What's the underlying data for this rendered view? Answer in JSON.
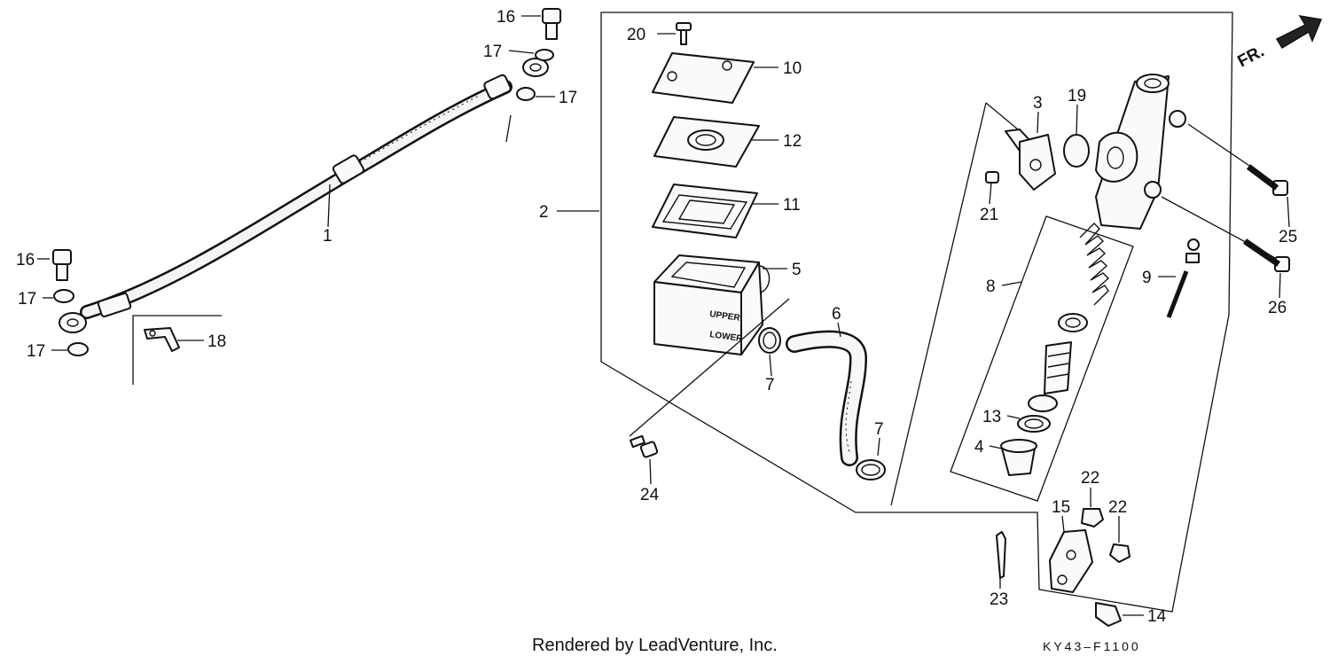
{
  "direction_label": "FR.",
  "stamps": {
    "upper": "UPPER",
    "lower": "LOWER"
  },
  "callouts": [
    {
      "id": "c16a",
      "text": "16"
    },
    {
      "id": "c17a",
      "text": "17"
    },
    {
      "id": "c17b",
      "text": "17"
    },
    {
      "id": "c20",
      "text": "20"
    },
    {
      "id": "c10",
      "text": "10"
    },
    {
      "id": "c12",
      "text": "12"
    },
    {
      "id": "c11",
      "text": "11"
    },
    {
      "id": "c2",
      "text": "2"
    },
    {
      "id": "c5",
      "text": "5"
    },
    {
      "id": "c1",
      "text": "1"
    },
    {
      "id": "c16b",
      "text": "16"
    },
    {
      "id": "c17c",
      "text": "17"
    },
    {
      "id": "c17d",
      "text": "17"
    },
    {
      "id": "c18",
      "text": "18"
    },
    {
      "id": "c6",
      "text": "6"
    },
    {
      "id": "c7a",
      "text": "7"
    },
    {
      "id": "c7b",
      "text": "7"
    },
    {
      "id": "c24",
      "text": "24"
    },
    {
      "id": "c3",
      "text": "3"
    },
    {
      "id": "c19",
      "text": "19"
    },
    {
      "id": "c21",
      "text": "21"
    },
    {
      "id": "c8",
      "text": "8"
    },
    {
      "id": "c13",
      "text": "13"
    },
    {
      "id": "c4",
      "text": "4"
    },
    {
      "id": "c25",
      "text": "25"
    },
    {
      "id": "c9",
      "text": "9"
    },
    {
      "id": "c26",
      "text": "26"
    },
    {
      "id": "c22a",
      "text": "22"
    },
    {
      "id": "c22b",
      "text": "22"
    },
    {
      "id": "c15",
      "text": "15"
    },
    {
      "id": "c23",
      "text": "23"
    },
    {
      "id": "c14",
      "text": "14"
    }
  ],
  "footer": {
    "credit": "Rendered by LeadVenture, Inc.",
    "code": "KY43–F1100"
  }
}
